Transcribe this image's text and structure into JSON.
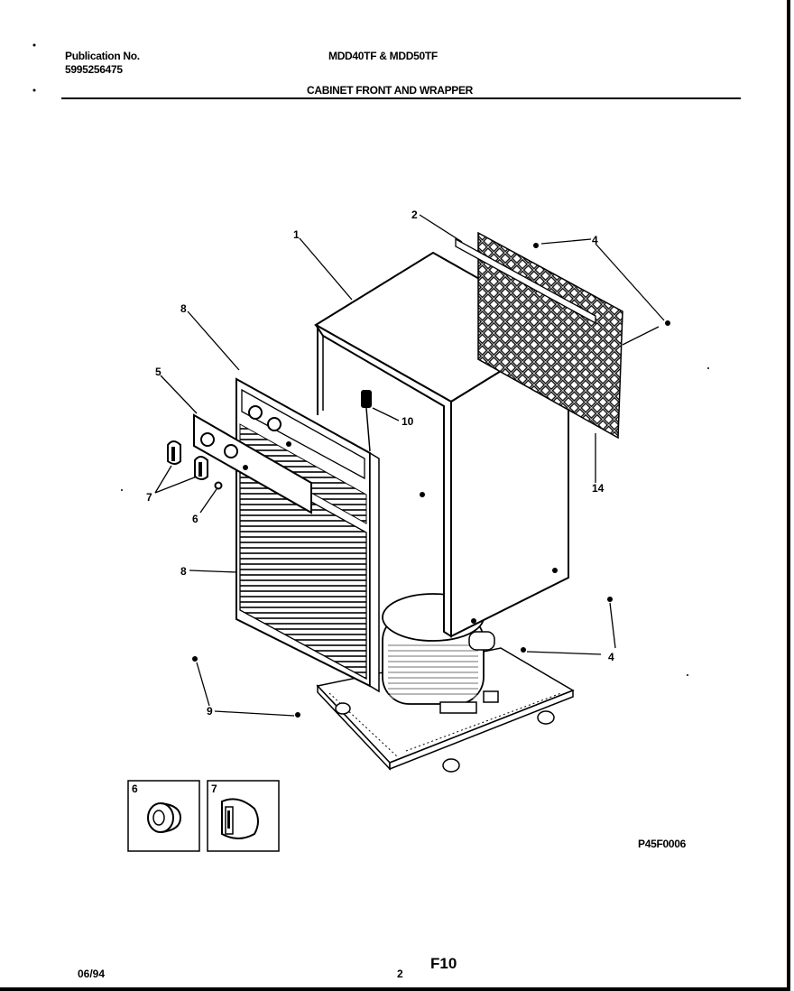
{
  "header": {
    "publication_label": "Publication No.",
    "publication_number": "5995256475",
    "models": "MDD40TF & MDD50TF",
    "section_title": "CABINET FRONT AND WRAPPER"
  },
  "callouts": {
    "c1": "1",
    "c2": "2",
    "c4a": "4",
    "c4b": "4",
    "c5": "5",
    "c6": "6",
    "c7": "7",
    "c8top": "8",
    "c8mid": "8",
    "c9": "9",
    "c10": "10",
    "c14": "14"
  },
  "insets": {
    "knob6_label": "6",
    "knob7_label": "7"
  },
  "figure_id": "P45F0006",
  "footer": {
    "date": "06/94",
    "page_number": "2",
    "page_code": "F10"
  }
}
